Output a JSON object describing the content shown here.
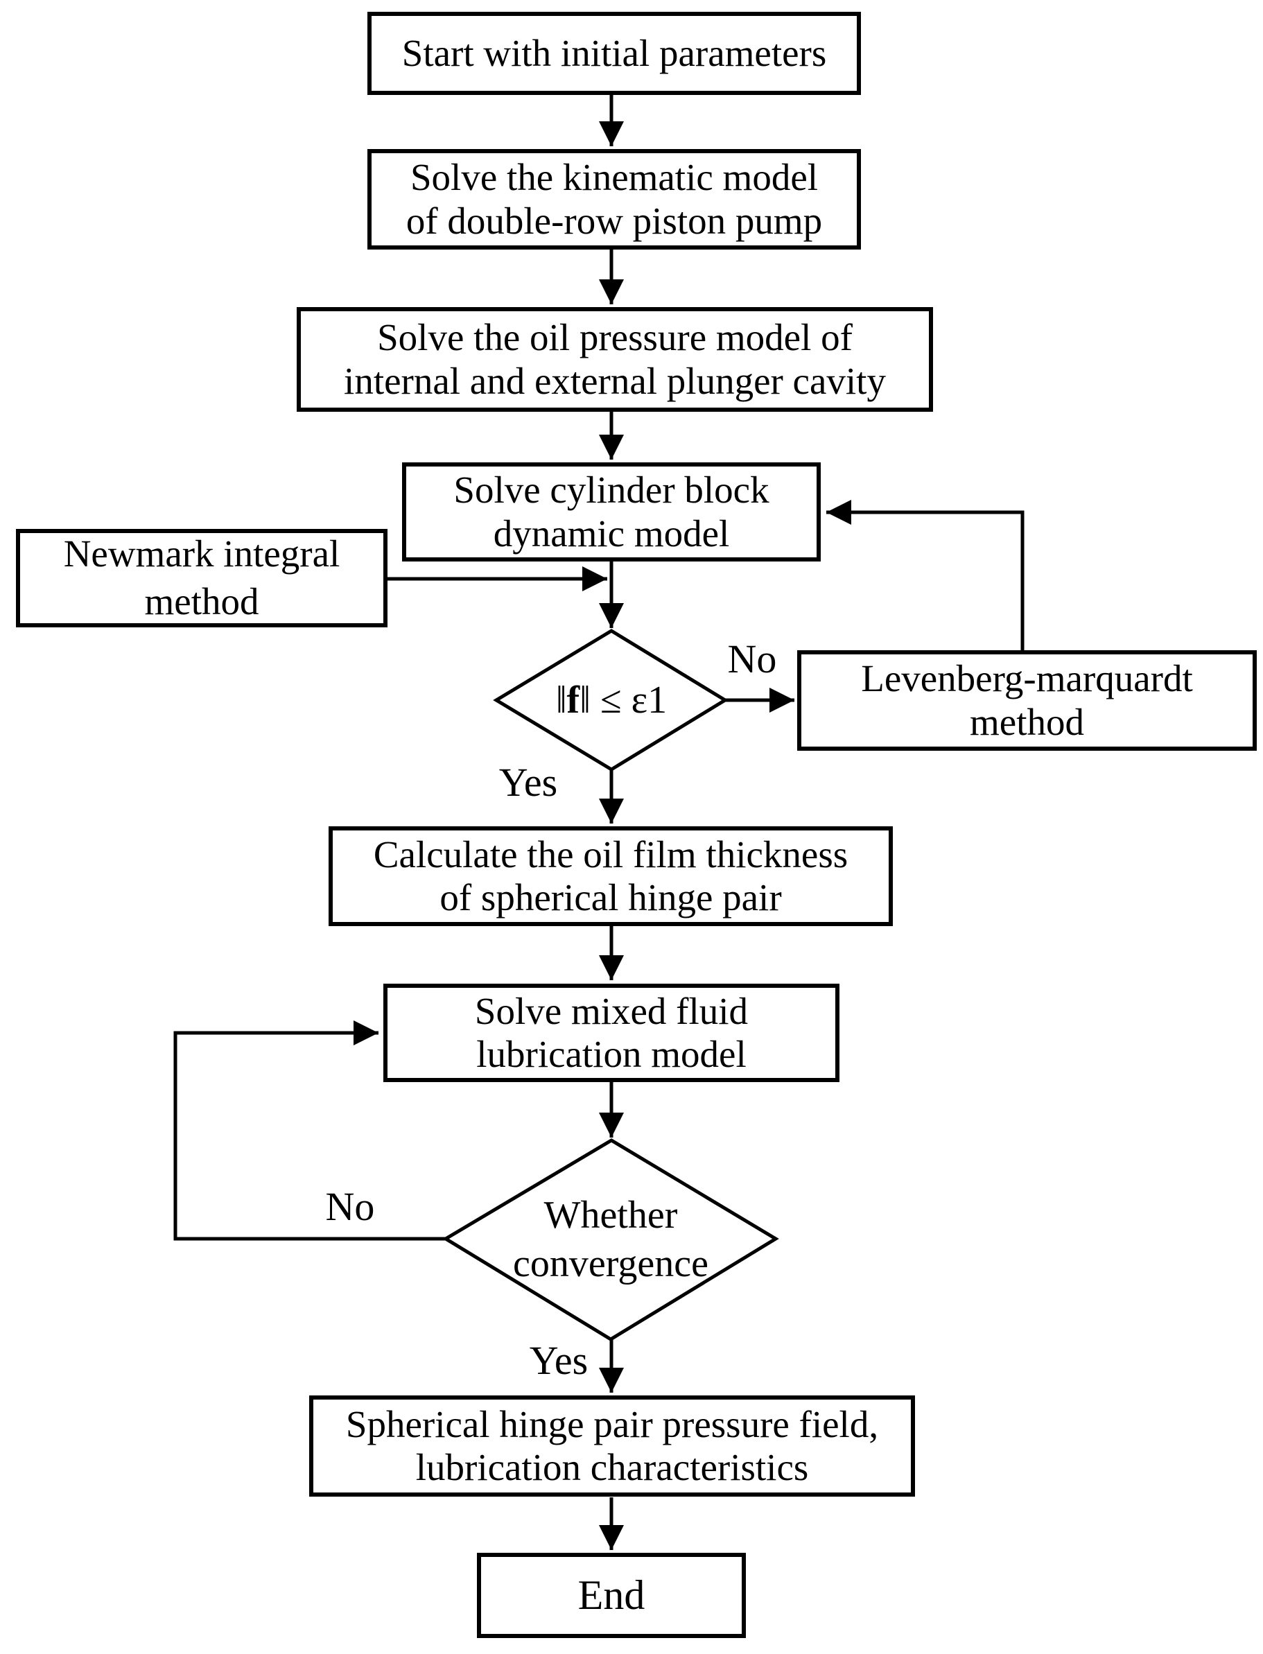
{
  "diagram": {
    "type": "flowchart",
    "colors": {
      "background": "#ffffff",
      "stroke": "#000000",
      "text": "#000000"
    },
    "nodes": {
      "start": {
        "label": "Start with initial parameters"
      },
      "kinematic": {
        "label": "Solve the kinematic model\nof double-row piston pump"
      },
      "oil_pressure": {
        "label": "Solve the oil pressure model of\ninternal and external plunger cavity"
      },
      "cylinder": {
        "label": "Solve cylinder block\ndynamic model"
      },
      "newmark": {
        "label": "Newmark integral\nmethod"
      },
      "decision_residual": {
        "prefix": "‖",
        "bold": "f",
        "suffix": "‖ ≤ ε1"
      },
      "levenberg": {
        "label": "Levenberg-marquardt\nmethod"
      },
      "film_thickness": {
        "label": "Calculate the oil film thickness\nof spherical hinge pair"
      },
      "mixed_fluid": {
        "label": "Solve mixed fluid\nlubrication model"
      },
      "decision_convergence": {
        "label": "Whether\nconvergence"
      },
      "result": {
        "label": "Spherical hinge pair pressure field,\nlubrication characteristics"
      },
      "end": {
        "label": "End"
      }
    },
    "edge_labels": {
      "no1": "No",
      "yes1": "Yes",
      "no2": "No",
      "yes2": "Yes"
    }
  }
}
